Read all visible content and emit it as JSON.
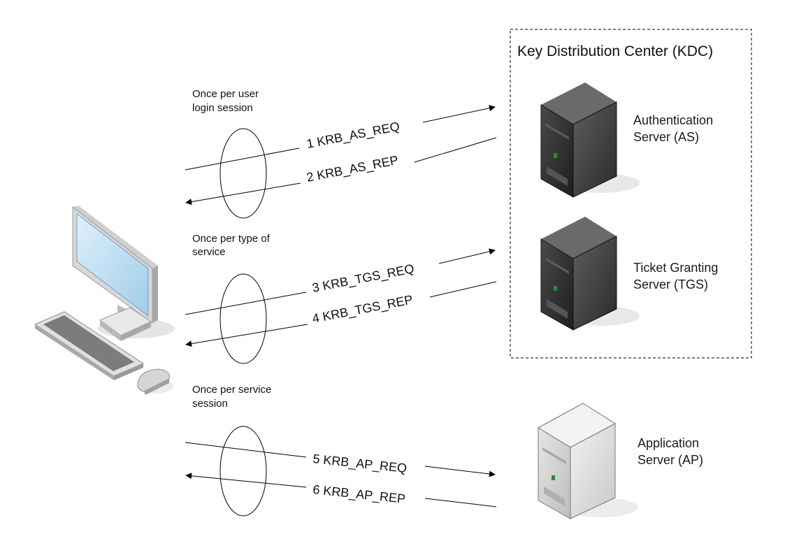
{
  "kdc": {
    "title": "Key Distribution Center (KDC)"
  },
  "servers": {
    "as": {
      "line1": "Authentication",
      "line2": "Server (AS)"
    },
    "tgs": {
      "line1": "Ticket Granting",
      "line2": "Server (TGS)"
    },
    "ap": {
      "line1": "Application",
      "line2": "Server (AP)"
    }
  },
  "phases": [
    {
      "line1": "Once per user",
      "line2": "login session"
    },
    {
      "line1": "Once per type of",
      "line2": "service"
    },
    {
      "line1": "Once per service",
      "line2": "session"
    }
  ],
  "messages": [
    "1 KRB_AS_REQ",
    "2 KRB_AS_REP",
    "3 KRB_TGS_REQ",
    "4 KRB_TGS_REP",
    "5 KRB_AP_REQ",
    "6 KRB_AP_REP"
  ],
  "colors": {
    "screen": "#bfe0f5",
    "kdc_server": "#3a3a3a",
    "app_server": "#d9d9d9",
    "status_led": "#2e8b3e"
  }
}
